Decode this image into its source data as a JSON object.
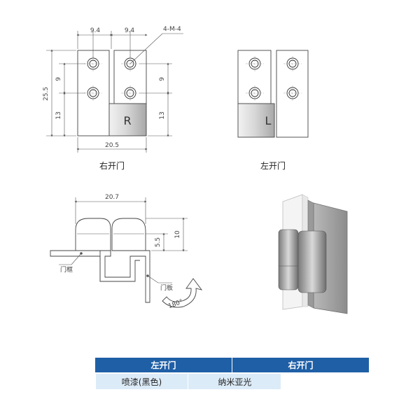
{
  "top_left": {
    "dim_w1": "9.4",
    "dim_w2": "9.4",
    "dim_thread": "4-M-4",
    "dim_h_total": "25.5",
    "dim_h_hole_left": "9",
    "dim_h_hole_right": "9",
    "dim_h_low_left": "13",
    "dim_h_low_right": "13",
    "dim_w_total": "20.5",
    "letter": "R",
    "caption": "右开门"
  },
  "top_right": {
    "letter": "L",
    "caption": "左开门"
  },
  "section": {
    "dim_width": "20.7",
    "dim_10": "10",
    "dim_5_5": "5.5",
    "label_frame": "门框",
    "label_door": "门板",
    "label_angle": "180°"
  },
  "table": {
    "headers": [
      "左开门",
      "右开门"
    ],
    "row": [
      "喷漆(黑色)",
      "纳米亚光"
    ]
  },
  "colors": {
    "header_blue": "#1f5fa6",
    "cell_blue": "#dcebf8"
  }
}
